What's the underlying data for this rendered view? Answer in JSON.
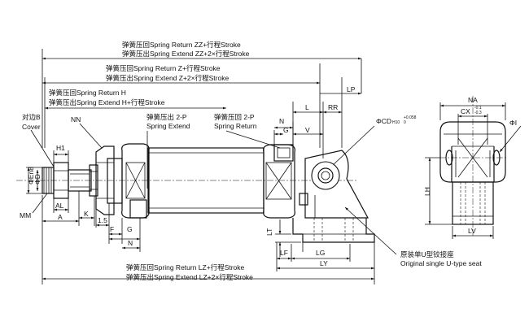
{
  "dims": {
    "zz_return": "弹簧压回Spring Return ZZ+行程Stroke",
    "zz_extend": "弹簧压出Spring Extend ZZ+2×行程Stroke",
    "z_return": "弹簧压回Spring Return Z+行程Stroke",
    "z_extend": "弹簧压出Spring Extend Z+2×行程Stroke",
    "h_return": "弹簧压回Spring Return H",
    "h_extend": "弹簧压出Spring Extend H+行程Stroke",
    "lz_return": "弹簧压回Spring Return LZ+行程Stroke",
    "lz_extend": "弹簧压出Spring Extend LZ+2×行程Stroke",
    "lp": "LP",
    "l": "L",
    "rr": "RR",
    "n": "N",
    "g": "G",
    "v": "V",
    "cd": "ΦCD",
    "cd_tol_h": "H10",
    "cd_tol_up": "+0.058",
    "cd_tol_lo": "0",
    "na": "NA",
    "cx": "CX",
    "cx_tol_up": "-0.1",
    "cx_tol_lo": "-0.3",
    "phi_i": "ΦI",
    "lh": "LH",
    "lv": "LV",
    "lt": "LT",
    "lf": "LF",
    "lg": "LG",
    "ly": "LY",
    "nn": "NN",
    "al": "AL",
    "a": "A",
    "k": "K",
    "v_1_5": "1.5",
    "f": "F",
    "g2": "G",
    "n2": "N",
    "phi_e": "ΦEn8",
    "phi_d": "ΦD"
  },
  "labels": {
    "spring_extend_port_1": "弹簧压出 2-P",
    "spring_extend_port_2": "Spring Extend",
    "spring_return_port_1": "弹簧压回 2-P",
    "spring_return_port_2": "Spring Return",
    "cover_1": "对边B",
    "cover_2": "Cover",
    "mm": "MM",
    "u_seat_1": "原装单U型铰接座",
    "u_seat_2": "Original single U-type seat"
  }
}
